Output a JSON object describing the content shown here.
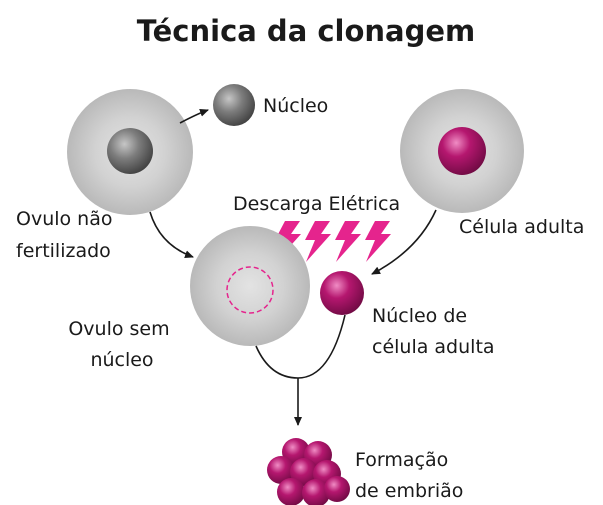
{
  "title": "Técnica da clonagem",
  "labels": {
    "nucleo": "Núcleo",
    "ovulo_nao_fertilizado": [
      "Ovulo não",
      "fertilizado"
    ],
    "celula_adulta": "Célula adulta",
    "descarga_eletrica": "Descarga Elétrica",
    "ovulo_sem_nucleo": [
      "Ovulo sem",
      "núcleo"
    ],
    "nucleo_celula_adulta": [
      "Núcleo de",
      "célula adulta"
    ],
    "formacao_embriao": [
      "Formação",
      "de embrião"
    ]
  },
  "colors": {
    "magenta": "#b5176f",
    "bolt": "#e5248d",
    "cell_gray": "#c8c8c8",
    "nucleus_gray": "#6e6e6e"
  }
}
